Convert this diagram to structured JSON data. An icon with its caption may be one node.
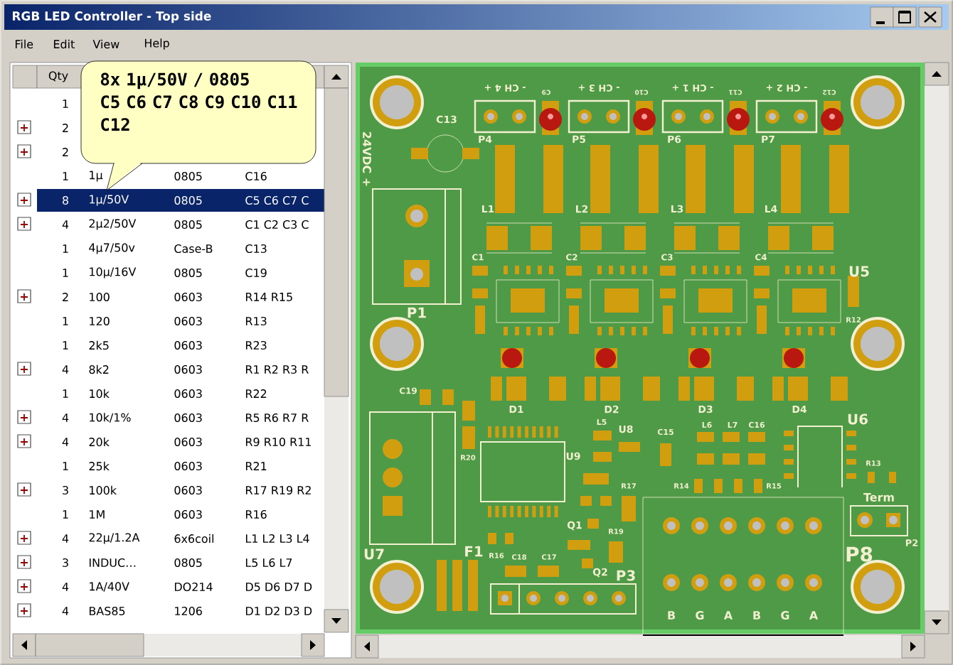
{
  "diagram": {
    "title": "RGB LED Controller - Top side",
    "nodes": [
      {
        "text": [
          "8x 1µ/50V / 0805",
          "C5 C6 C7 C8 C9 C10 C11 C12"
        ]
      }
    ],
    "labels": [
      "File",
      "Edit",
      "View",
      "Help",
      "Qty",
      "1",
      "2",
      "2",
      "1",
      "1µ",
      "0805",
      "C16",
      "8",
      "1µ/50V",
      "0805",
      "C5 C6 C7 C",
      "4",
      "2µ2/50V",
      "0805",
      "C1 C2 C3 C",
      "1",
      "4µ7/50v",
      "Case-B",
      "C13",
      "1",
      "10µ/16V",
      "0805",
      "C19",
      "2",
      "100",
      "0603",
      "R14 R15",
      "1",
      "120",
      "0603",
      "R13",
      "1",
      "2k5",
      "0603",
      "R23",
      "4",
      "8k2",
      "0603",
      "R1 R2 R3 R",
      "1",
      "10k",
      "0603",
      "R22",
      "4",
      "10k/1%",
      "0603",
      "R5 R6 R7 R",
      "4",
      "20k",
      "0603",
      "R9 R10 R11",
      "1",
      "25k",
      "0603",
      "R21",
      "3",
      "100k",
      "0603",
      "R17 R19 R2",
      "1",
      "1M",
      "0603",
      "R16",
      "4",
      "22µ/1.2A",
      "6x6coil",
      "L1 L2 L3 L4",
      "3",
      "INDUC…",
      "0805",
      "L5 L6 L7",
      "4",
      "1A/40V",
      "DO214",
      "D5 D6 D7 D",
      "4",
      "BAS85",
      "1206",
      "D1 D2 D3 D",
      "- CH 4 +",
      "- CH 3 +",
      "- CH 1 +",
      "- CH 2 +",
      "C9",
      "C10",
      "C11",
      "C12",
      "C13",
      "24VDC +",
      "P4",
      "P5",
      "P6",
      "P7",
      "L1",
      "L2",
      "L3",
      "L4",
      "C1",
      "C2",
      "C3",
      "C4",
      "U5",
      "P1",
      "R12",
      "C19",
      "D1",
      "D2",
      "D3",
      "D4",
      "U6",
      "L5",
      "U8",
      "C15",
      "L6",
      "L7",
      "C16",
      "U9",
      "R20",
      "R13",
      "R17",
      "R14",
      "R15",
      "Term",
      "Q1",
      "R19",
      "P2",
      "U7",
      "F1",
      "R16",
      "C18",
      "C17",
      "P8",
      "Q2",
      "P3",
      "B",
      "G",
      "A",
      "B",
      "G",
      "A"
    ]
  }
}
